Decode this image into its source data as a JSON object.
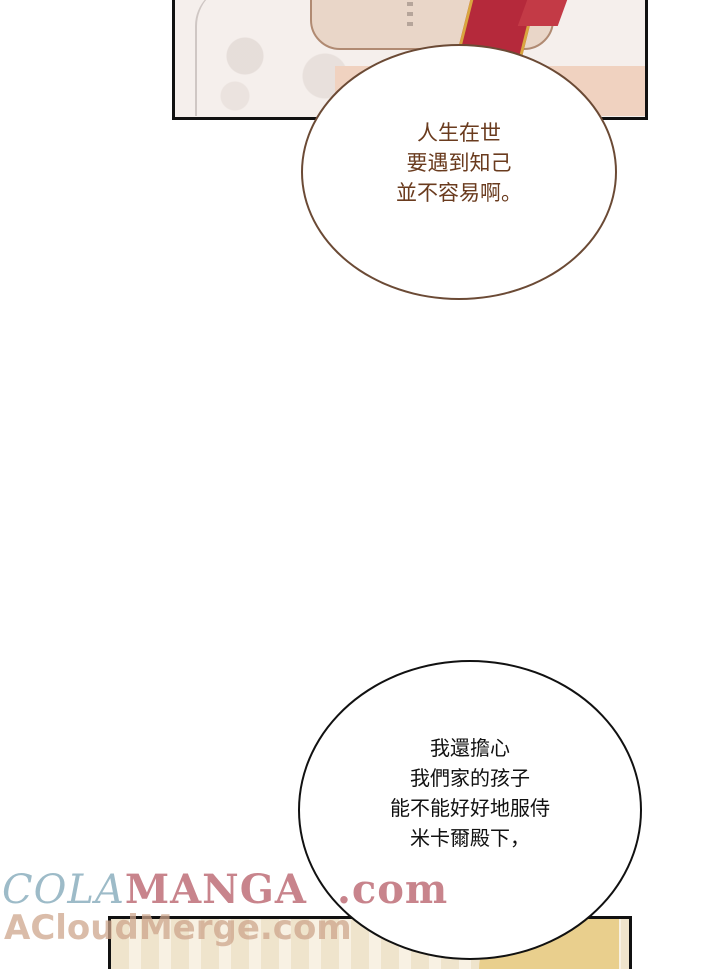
{
  "bubble_top": {
    "lines": [
      "人生在世",
      "要遇到知己",
      "並不容易啊。"
    ]
  },
  "bubble_bottom": {
    "lines": [
      "我還擔心",
      "我們家的孩子",
      "能不能好好地服侍",
      "米卡爾殿下，"
    ]
  },
  "watermark": {
    "part1": "COLA",
    "part2": "MANGA",
    "part3": ".com",
    "line2": "ACloudMerge.com"
  },
  "colors": {
    "bubble_top_text": "#6a3b1e",
    "bubble_top_border": "#6b4a35",
    "bubble_bottom_text": "#111111",
    "sash_red": "#b5293b"
  }
}
